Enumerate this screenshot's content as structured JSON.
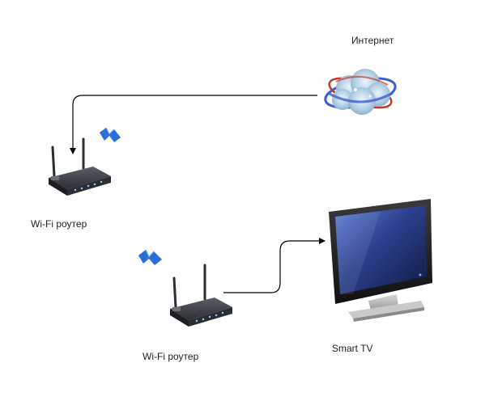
{
  "nodes": {
    "internet": {
      "label": "Интернет",
      "icon": "cloud-globe-icon"
    },
    "router_main": {
      "label": "Wi-Fi роутер",
      "icon": "wifi-router-icon",
      "wifi_badge": "wifi-signal-icon"
    },
    "router_repeater": {
      "label": "Wi-Fi роутер",
      "icon": "wifi-router-icon",
      "wifi_badge": "wifi-signal-icon"
    },
    "smart_tv": {
      "label": "Smart TV",
      "icon": "smart-tv-icon"
    }
  },
  "connections": [
    {
      "from": "internet",
      "to": "router_main"
    },
    {
      "from": "router_repeater",
      "to": "smart_tv"
    }
  ],
  "colors": {
    "line": "#000000",
    "router_body": "#3a3d42",
    "wifi_badge": "#2a6fd6",
    "tv_screen": "#2a3f86",
    "cloud_ring": "#3a5fd0"
  }
}
